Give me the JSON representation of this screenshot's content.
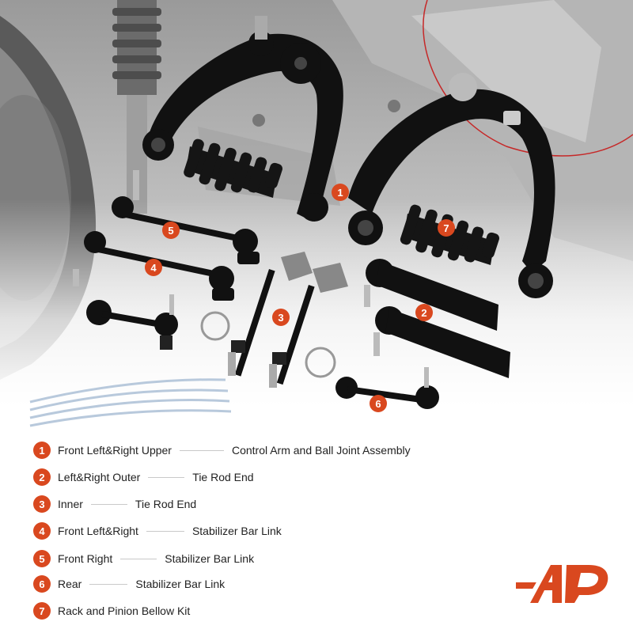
{
  "legend": [
    {
      "num": "1",
      "label": "Front Left&Right Upper",
      "desc": "Control Arm and Ball Joint Assembly"
    },
    {
      "num": "2",
      "label": "Left&Right Outer",
      "desc": "Tie Rod End"
    },
    {
      "num": "3",
      "label": "Inner",
      "desc": "Tie Rod End"
    },
    {
      "num": "4",
      "label": "Front Left&Right",
      "desc": "Stabilizer Bar Link"
    },
    {
      "num": "5",
      "label": "Front Right",
      "desc": "Stabilizer Bar Link"
    },
    {
      "num": "6",
      "label": "Rear",
      "desc": "Stabilizer Bar Link"
    },
    {
      "num": "7",
      "label": "Rack and Pinion Bellow Kit",
      "desc": ""
    }
  ],
  "colors": {
    "accent": "#d9481f",
    "parts": "#111111",
    "background": "#ffffff"
  },
  "logo": {
    "icon": "a-premium-logo-icon"
  }
}
